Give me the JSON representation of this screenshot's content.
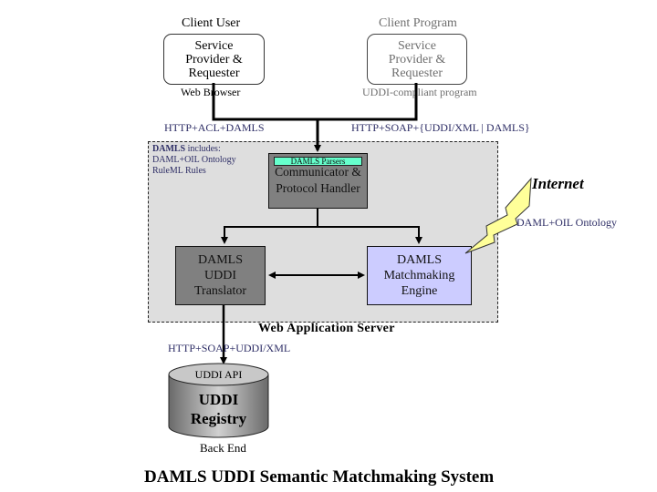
{
  "client_user": {
    "title": "Client User",
    "box_lines": [
      "Service",
      "Provider &",
      "Requester"
    ],
    "caption": "Web Browser"
  },
  "client_program": {
    "title": "Client Program",
    "box_lines": [
      "Service",
      "Provider &",
      "Requester"
    ],
    "caption": "UDDI-compliant program"
  },
  "protocols": {
    "left": "HTTP+ACL+DAMLS",
    "right": "HTTP+SOAP+{UDDI/XML | DAMLS}",
    "backend": "HTTP+SOAP+UDDI/XML"
  },
  "daml_includes": {
    "heading": "DAMLS",
    "heading_suffix": " includes:",
    "lines": [
      "DAML+OIL Ontology",
      "RuleML Rules"
    ]
  },
  "communicator": {
    "parsers_label": "DAMLS Parsers",
    "lines": [
      "Communicator &",
      "Protocol Handler"
    ]
  },
  "translator": {
    "lines": [
      "DAMLS",
      "UDDI",
      "Translator"
    ]
  },
  "matchmaking": {
    "lines": [
      "DAMLS",
      "Matchmaking",
      "Engine"
    ]
  },
  "internet": {
    "label": "Internet",
    "caption": "DAML+OIL Ontology"
  },
  "server_label": "Web Application Server",
  "registry": {
    "api_label": "UDDI API",
    "lines": [
      "UDDI",
      "Registry"
    ],
    "caption": "Back End"
  },
  "footer_title": "DAMLS UDDI Semantic Matchmaking System",
  "colors": {
    "region_bg": "#dedede",
    "dark_box": "#808080",
    "matchmaking_box": "#ccccff",
    "parsers_bar": "#66ffcc",
    "lightning": "#ffff99",
    "protocol_text": "#2e2e66"
  }
}
